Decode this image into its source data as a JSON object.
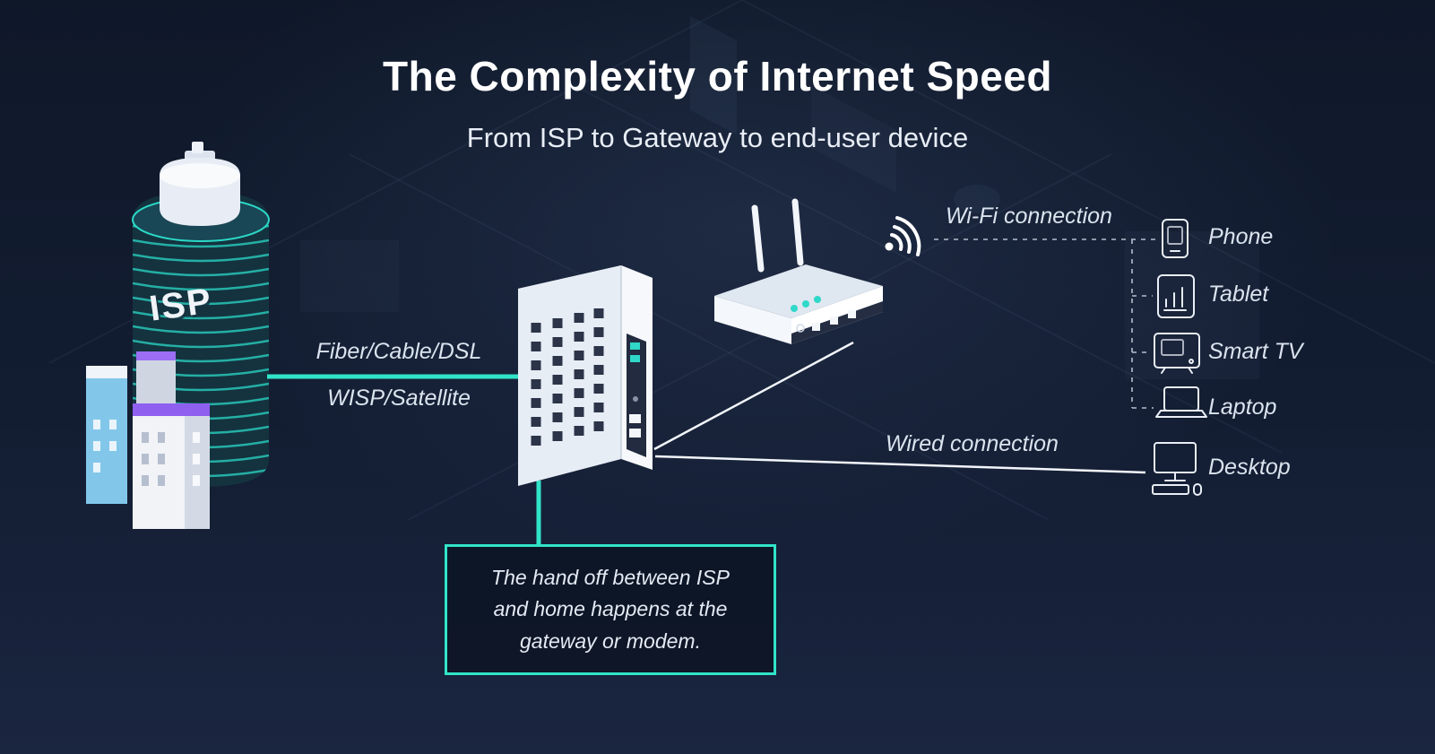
{
  "title": "The Complexity of Internet Speed",
  "subtitle": "From ISP to Gateway to end-user device",
  "isp": {
    "label": "ISP"
  },
  "connections": {
    "fiber_label": "Fiber/Cable/DSL",
    "wisp_label": "WISP/Satellite",
    "wifi_label": "Wi-Fi connection",
    "wired_label": "Wired connection"
  },
  "devices": [
    {
      "name": "phone",
      "label": "Phone"
    },
    {
      "name": "tablet",
      "label": "Tablet"
    },
    {
      "name": "smart-tv",
      "label": "Smart TV"
    },
    {
      "name": "laptop",
      "label": "Laptop"
    },
    {
      "name": "desktop",
      "label": "Desktop"
    }
  ],
  "callout": {
    "text": "The hand off between ISP and home happens at the gateway or modem."
  },
  "colors": {
    "accent": "#31e4c9",
    "background": "#131d32",
    "purple": "#9b6ef3",
    "text": "#ffffff"
  }
}
